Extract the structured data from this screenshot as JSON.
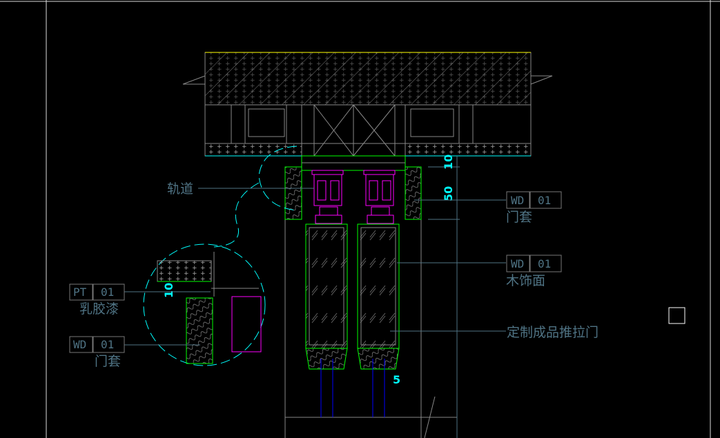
{
  "drawing": {
    "labels": {
      "track": "轨道",
      "door_casing_right": "门套",
      "wood_veneer": "木饰面",
      "sliding_door": "定制成品推拉门",
      "latex_paint": "乳胶漆",
      "door_casing_left": "门套"
    },
    "tags": {
      "casing_right": {
        "code": "WD",
        "num": "01"
      },
      "veneer": {
        "code": "WD",
        "num": "01"
      },
      "paint": {
        "code": "PT",
        "num": "01"
      },
      "casing_left": {
        "code": "WD",
        "num": "01"
      }
    },
    "dimensions": {
      "gap_top": "10",
      "frame_height": "50",
      "detail_gap": "10",
      "bottom_gap": "5"
    },
    "colors": {
      "background": "#000000",
      "frame": "#00ff00",
      "hardware": "#ff00ff",
      "dimension": "#00ffff",
      "annotation": "#4f7384",
      "linework": "#808080",
      "glass": "#0000ff"
    }
  }
}
